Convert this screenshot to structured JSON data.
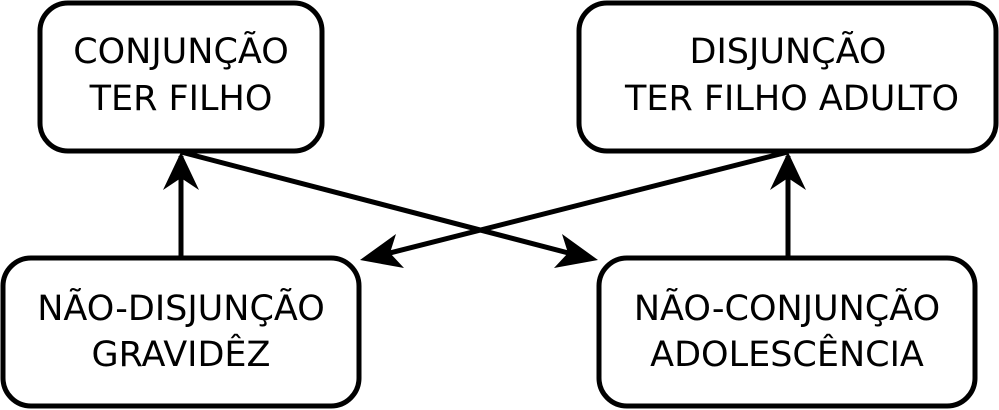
{
  "colors": {
    "stroke": "#000000",
    "background": "#ffffff"
  },
  "nodes": {
    "conjuncao": {
      "line1": "CONJUNÇÃO",
      "line2": "TER FILHO"
    },
    "disjuncao": {
      "line1": "DISJUNÇÃO",
      "line2": "TER FILHO ADULTO"
    },
    "nao_disjuncao": {
      "line1": "NÃO-DISJUNÇÃO",
      "line2": "GRAVIDÊZ"
    },
    "nao_conjuncao": {
      "line1": "NÃO-CONJUNÇÃO",
      "line2": "ADOLESCÊNCIA"
    }
  },
  "edges": [
    {
      "from": "nao_disjuncao",
      "to": "conjuncao"
    },
    {
      "from": "nao_conjuncao",
      "to": "disjuncao"
    },
    {
      "from": "conjuncao",
      "to": "nao_conjuncao"
    },
    {
      "from": "disjuncao",
      "to": "nao_disjuncao"
    }
  ]
}
